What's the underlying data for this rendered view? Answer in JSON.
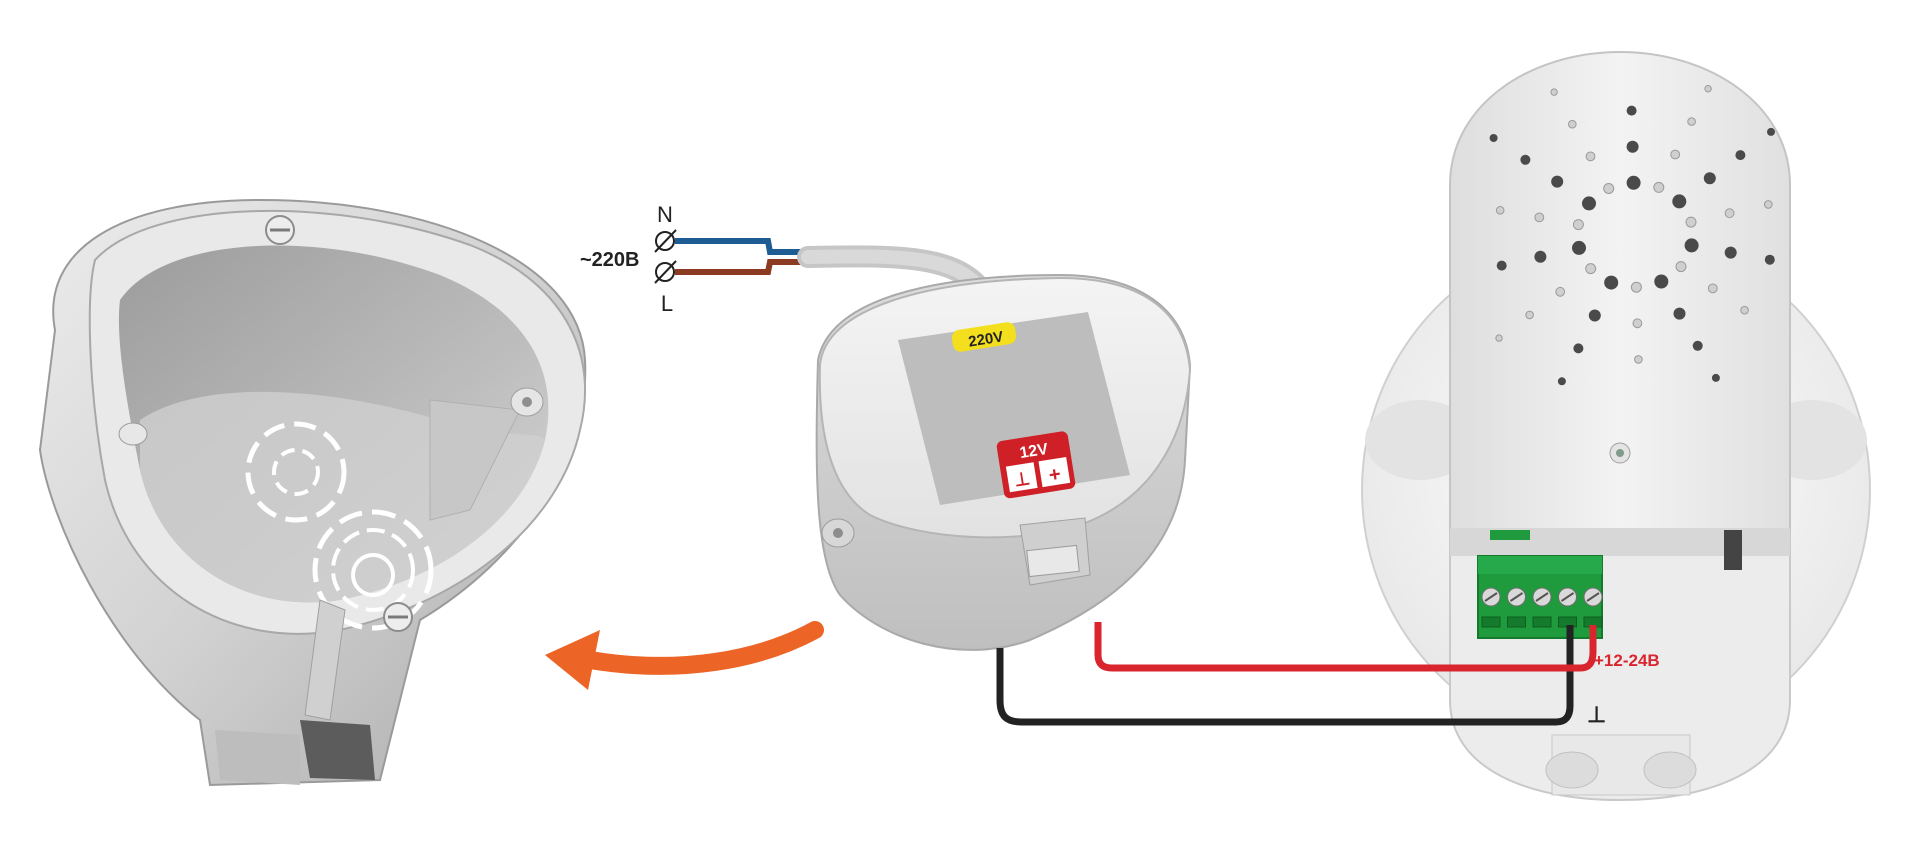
{
  "mains": {
    "neutral_label": "N",
    "line_label": "L",
    "voltage_label": "~220B"
  },
  "psu": {
    "input_badge": "220V",
    "output_badge": "12V",
    "output_minus": "⊥",
    "output_plus": "+"
  },
  "sensor": {
    "positive_label": "+12-24B",
    "ground_label": "⊥",
    "terminal_count": 5
  },
  "colors": {
    "neutral_wire": "#1e5d94",
    "line_wire": "#8a3b22",
    "positive_wire": "#d8252e",
    "ground_wire": "#222222",
    "arrow": "#ec6527",
    "badge_yellow": "#f3df1e",
    "badge_red": "#cf2027",
    "terminal_green": "#1f9a3c"
  },
  "icons": [
    "flush-box",
    "power-supply",
    "motion-sensor",
    "screw-terminal",
    "insert-arrow"
  ]
}
